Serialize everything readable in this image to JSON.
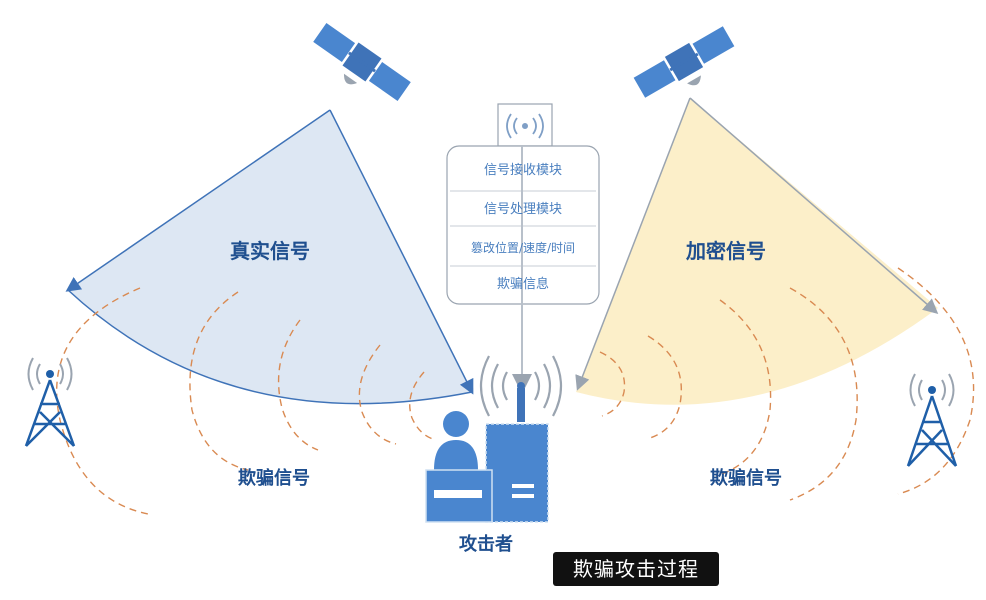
{
  "diagram": {
    "labels": {
      "real_signal": "真实信号",
      "encrypted_signal": "加密信号",
      "spoof_signal_left": "欺骗信号",
      "spoof_signal_right": "欺骗信号",
      "attacker": "攻击者"
    },
    "process_steps": [
      "信号接收模块",
      "信号处理模块",
      "篡改位置/速度/时间",
      "欺骗信息"
    ],
    "caption": "欺骗攻击过程",
    "colors": {
      "real_fan": "#dde7f3",
      "encrypted_fan": "#fcefc9",
      "icon_blue": "#4a86cf",
      "tower_blue": "#1f5fa8",
      "spoof_wave": "#d98a52",
      "label_blue": "#1f4f8f"
    },
    "icons": [
      "satellite-icon",
      "radio-tower-icon",
      "attacker-person-icon",
      "computer-icon",
      "signal-antenna-icon"
    ]
  }
}
